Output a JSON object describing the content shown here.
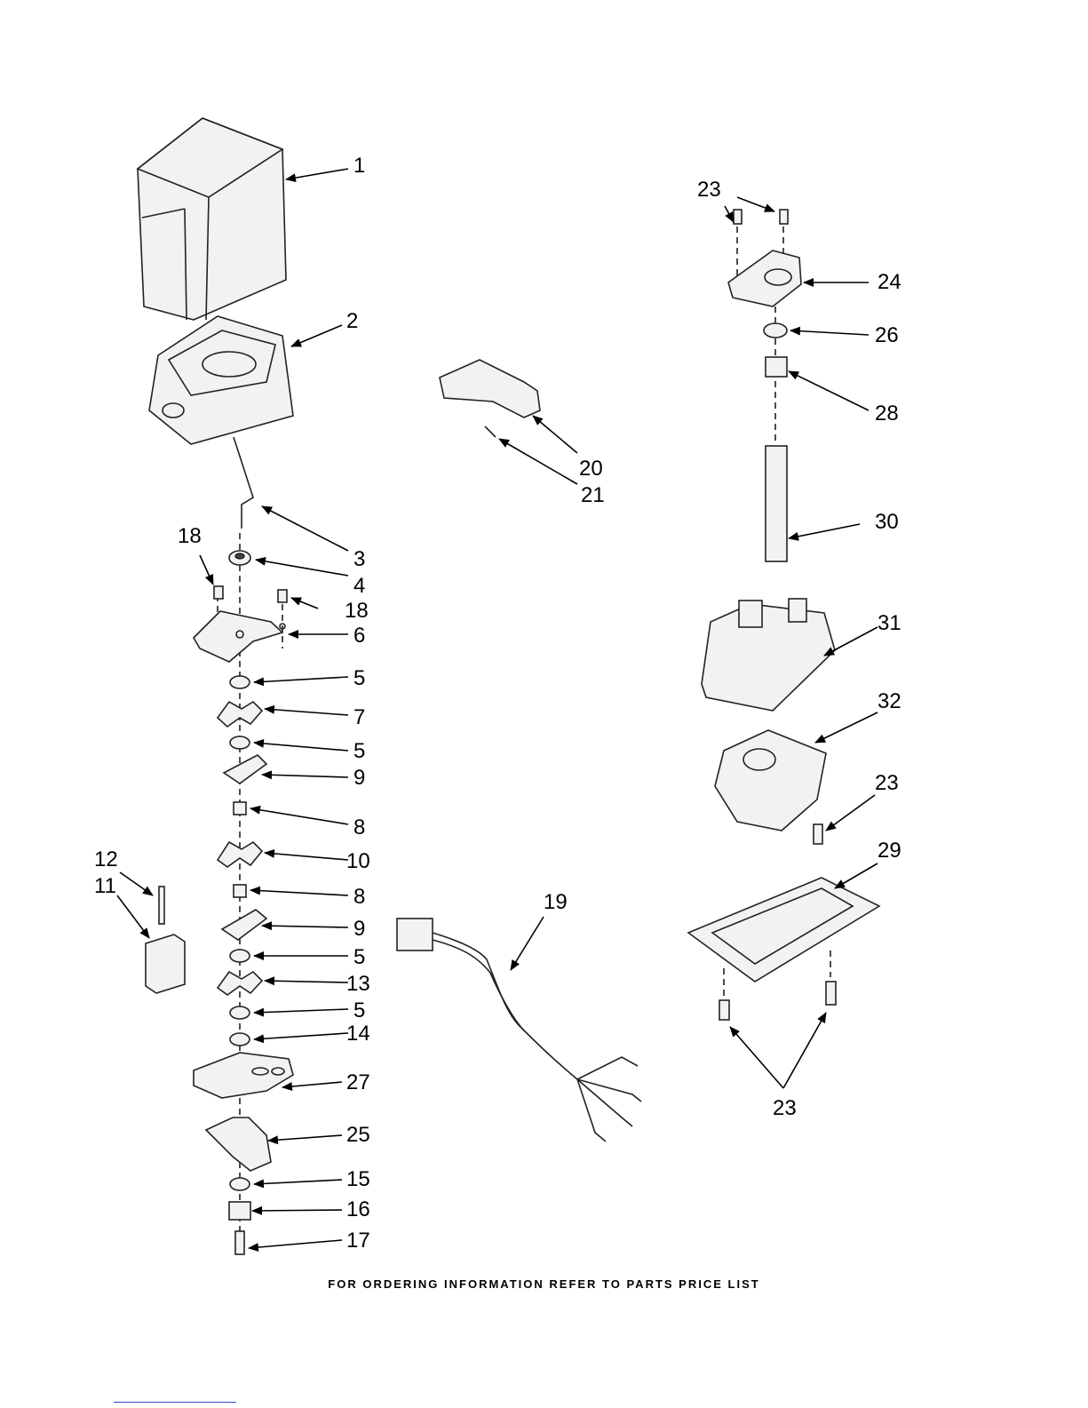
{
  "callouts": {
    "c1": "1",
    "c2": "2",
    "c3": "3",
    "c4": "4",
    "c18a": "18",
    "c18b": "18",
    "c6": "6",
    "c5a": "5",
    "c7": "7",
    "c5b": "5",
    "c9a": "9",
    "c8a": "8",
    "c10": "10",
    "c12": "12",
    "c11": "11",
    "c8b": "8",
    "c9b": "9",
    "c5c": "5",
    "c13": "13",
    "c5d": "5",
    "c14": "14",
    "c27": "27",
    "c25": "25",
    "c15": "15",
    "c16": "16",
    "c17": "17",
    "c20": "20",
    "c21": "21",
    "c19": "19",
    "c23a": "23",
    "c24": "24",
    "c26": "26",
    "c28": "28",
    "c30": "30",
    "c31": "31",
    "c32": "32",
    "c23b": "23",
    "c29": "29",
    "c23c": "23"
  },
  "footer": {
    "note": "FOR ORDERING INFORMATION REFER TO PARTS PRICE LIST"
  },
  "colors": {
    "ink": "#000000",
    "fill": "#f2f2f2",
    "link": "#3344cc"
  }
}
